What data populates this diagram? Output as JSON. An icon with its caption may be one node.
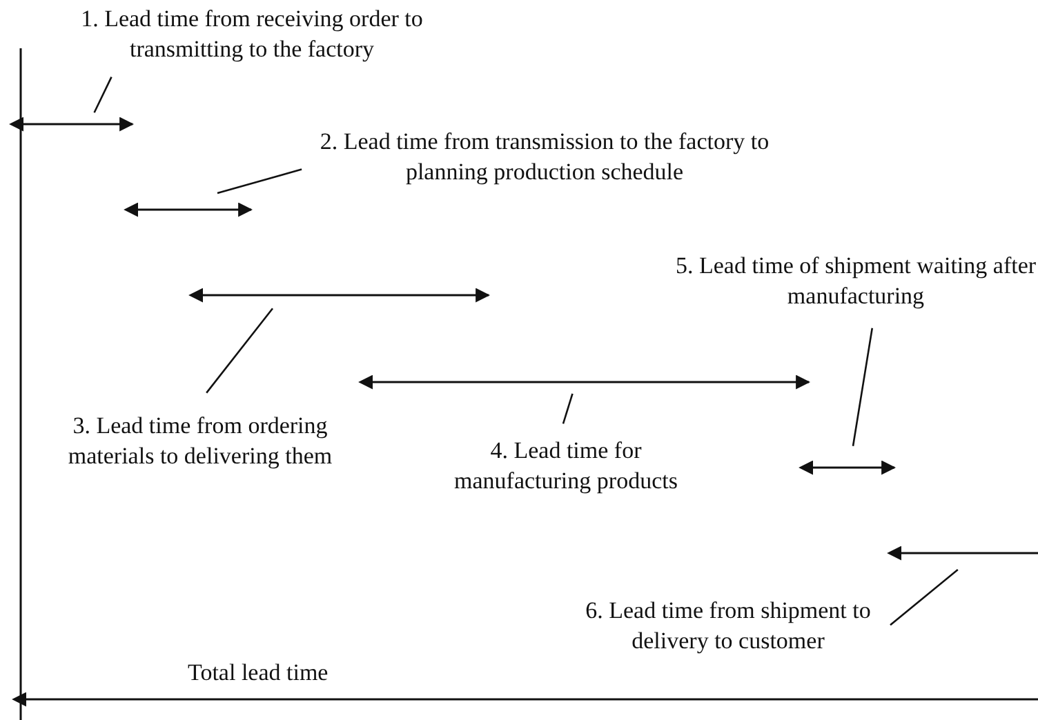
{
  "diagram": {
    "nodes": [
      {
        "text": [
          "1. Lead time from receiving order to transmitting to the factory"
        ]
      },
      {
        "text": [
          "2. Lead time from transmission to the factory to planning production schedule"
        ]
      },
      {
        "text": [
          "3. Lead time from ordering materials to delivering them"
        ]
      },
      {
        "text": [
          "4. Lead time for manufacturing products"
        ]
      },
      {
        "text": [
          "5. Lead time of shipment waiting after manufacturing"
        ]
      },
      {
        "text": [
          "6. Lead time from shipment to delivery to customer"
        ]
      },
      {
        "text": [],
        "shape": "arrow"
      },
      {
        "text": [],
        "shape": "arrow"
      },
      {
        "text": [],
        "shape": "arrow"
      },
      {
        "text": [],
        "shape": "arrow"
      },
      {
        "text": [],
        "shape": "arrow"
      },
      {
        "text": [],
        "shape": "arrow"
      }
    ],
    "edges": [
      {
        "from": 0,
        "to": 6,
        "arrow": "none"
      },
      {
        "from": 1,
        "to": 7,
        "arrow": "none"
      },
      {
        "from": 2,
        "to": 8,
        "arrow": "none"
      },
      {
        "from": 3,
        "to": 9,
        "arrow": "none"
      },
      {
        "from": 4,
        "to": 10,
        "arrow": "none"
      },
      {
        "from": 5,
        "to": 11,
        "arrow": "none"
      }
    ],
    "labels": [
      "Total lead time"
    ]
  }
}
